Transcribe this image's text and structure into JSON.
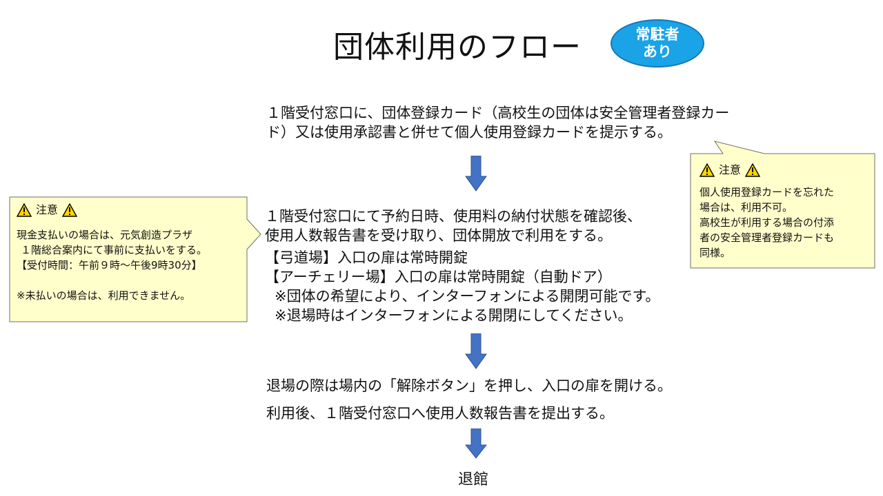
{
  "title": "団体利用のフロー",
  "badge": [
    "常駐者",
    "あり"
  ],
  "steps": {
    "step1": "１階受付窓口に、団体登録カード（高校生の団体は安全管理者登録カード）又は使用承認書と併せて個人使用登録カードを提示する。",
    "step2_lines": [
      "１階受付窓口にて予約日時、使用料の納付状態を確認後、",
      "使用人数報告書を受け取り、団体開放で利用をする。"
    ],
    "step2_notes": [
      "【弓道場】入口の扉は常時開錠",
      "【アーチェリー場】入口の扉は常時開錠（自動ドア）",
      "※団体の希望により、インターフォンによる開閉可能です。",
      "※退場時はインターフォンによる開閉にしてください。"
    ],
    "step3": "退場の際は場内の「解除ボタン」を押し、入口の扉を開ける。",
    "step3b": "利用後、１階受付窓口へ使用人数報告書を提出する。",
    "exit": "退館"
  },
  "left_callout": {
    "heading": "注意",
    "lines": [
      "現金支払いの場合は、元気創造プラザ",
      "１階総合案内にて事前に支払いをする。",
      "【受付時間：午前９時～午後9時30分】",
      "",
      "※未払いの場合は、利用できません。"
    ]
  },
  "right_callout": {
    "heading": "注意",
    "lines": [
      "個人使用登録カードを忘れた",
      "場合は、利用不可。",
      "高校生が利用する場合の付添",
      "者の安全管理者登録カードも",
      "同様。"
    ]
  },
  "colors": {
    "callout_fill": "#ffffcc",
    "callout_border": "#6e6e6e",
    "arrow": "#4472c4",
    "badge": "#1aa3e6"
  },
  "icons": [
    "warning-icon",
    "down-arrow-icon"
  ]
}
